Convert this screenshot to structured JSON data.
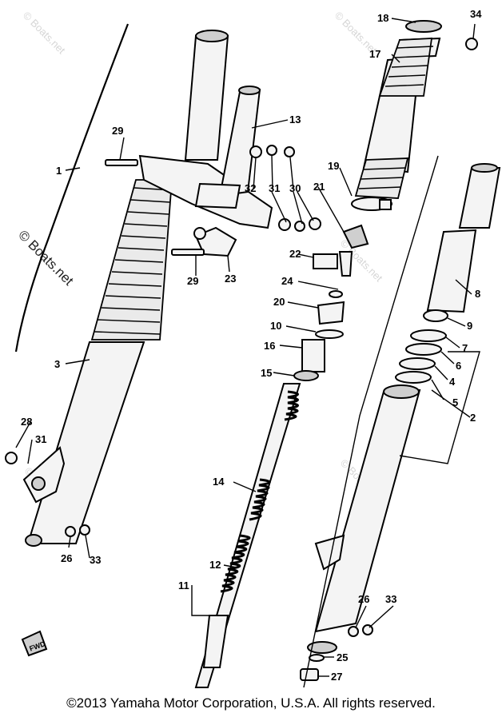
{
  "diagram": {
    "callouts": [
      "1",
      "2",
      "3",
      "4",
      "5",
      "6",
      "7",
      "8",
      "9",
      "10",
      "11",
      "12",
      "13",
      "14",
      "15",
      "16",
      "17",
      "18",
      "19",
      "20",
      "21",
      "22",
      "23",
      "24",
      "25",
      "26",
      "27",
      "28",
      "29",
      "30",
      "31",
      "32",
      "33",
      "34"
    ],
    "callouts_repeat": {
      "29b": "29",
      "31b": "31",
      "26b": "26",
      "33b": "33"
    },
    "watermark": "Boats.net",
    "watermark_symbol": "©",
    "badge": "FWD"
  },
  "footer": {
    "copyright": "©2013 Yamaha Motor Corporation, U.S.A. All rights reserved."
  }
}
